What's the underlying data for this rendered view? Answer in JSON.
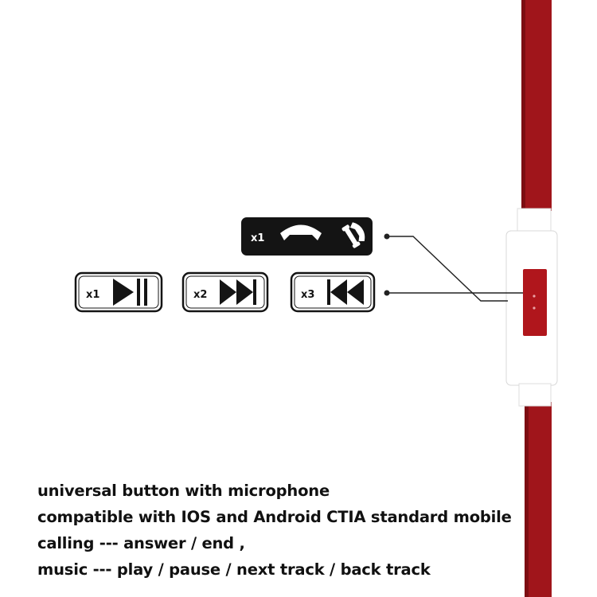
{
  "colors": {
    "cable": "#a0151b",
    "cable_shadow": "#7d0d12",
    "remote_body": "#ffffff",
    "button": "#b0161c",
    "badge_dark": "#141414",
    "badge_light_border": "#141414",
    "leader_line": "#222222"
  },
  "badges": {
    "call": {
      "count": "x1",
      "icons": [
        "hang-up-handset-icon",
        "answer-handset-icon"
      ]
    },
    "play_pause": {
      "count": "x1",
      "icons": [
        "play-pause-icon"
      ]
    },
    "next_track": {
      "count": "x2",
      "icons": [
        "next-track-icon"
      ]
    },
    "back_track": {
      "count": "x3",
      "icons": [
        "back-track-icon"
      ]
    }
  },
  "description": {
    "line1": "universal button with microphone",
    "line2": "compatible with IOS and Android CTIA standard mobile",
    "line3": "calling --- answer / end ,",
    "line4": "music --- play / pause / next track / back track"
  }
}
